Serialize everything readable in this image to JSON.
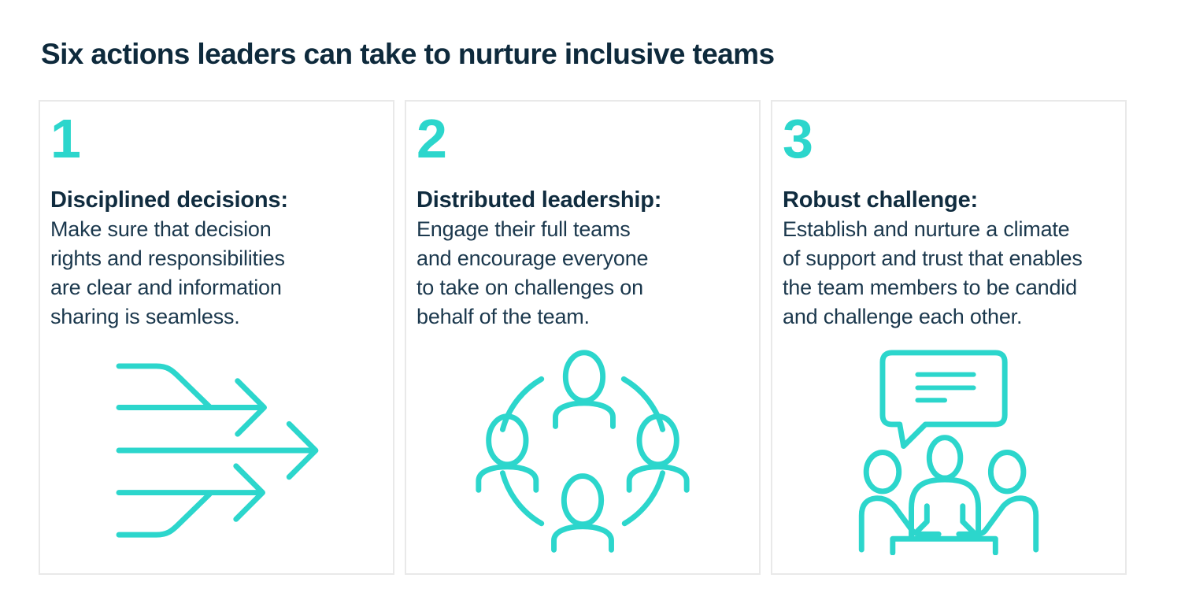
{
  "page": {
    "title": "Six actions leaders can take to nurture inclusive teams"
  },
  "colors": {
    "accent_teal": "#2CD6CC",
    "heading_navy": "#102C3F",
    "body_navy": "#1B384D",
    "title_navy": "#0E2A3C",
    "card_border": "#E9E9E9",
    "background": "#FFFFFF"
  },
  "cards": [
    {
      "number": "1",
      "title": "Disciplined decisions:",
      "lines": [
        "Make sure that decision",
        "rights and responsibilities",
        "are clear and information",
        "sharing is seamless."
      ],
      "icon": "merging-arrows-icon"
    },
    {
      "number": "2",
      "title": "Distributed leadership:",
      "lines": [
        "Engage their full teams",
        "and encourage everyone",
        "to take on challenges on",
        "behalf of the team."
      ],
      "icon": "team-circle-icon"
    },
    {
      "number": "3",
      "title": "Robust challenge:",
      "lines": [
        "Establish and nurture a climate",
        "of support and trust that enables",
        "the team members to be candid",
        "and challenge each other."
      ],
      "icon": "discussion-table-icon"
    }
  ]
}
